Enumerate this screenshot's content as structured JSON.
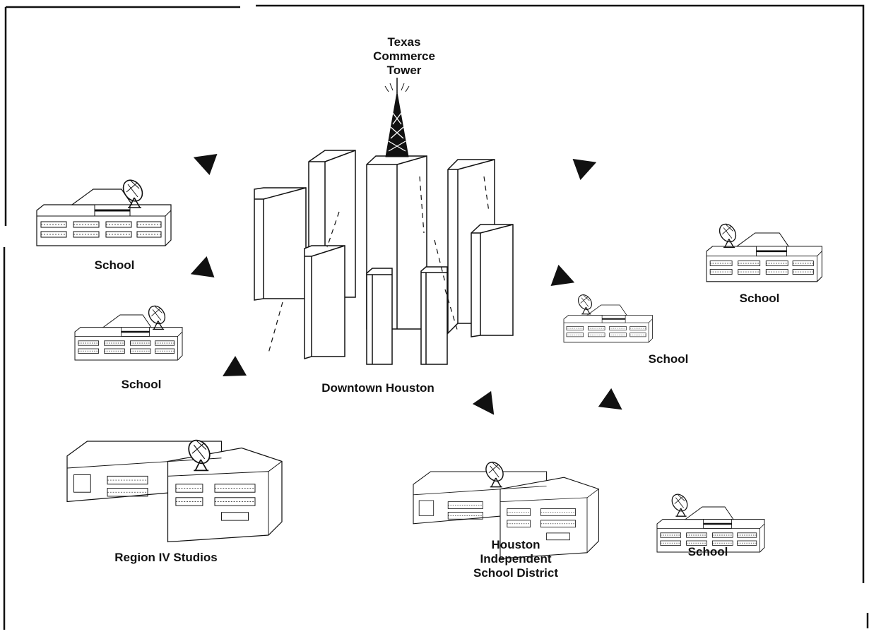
{
  "labels": {
    "tower": [
      "Texas",
      "Commerce",
      "Tower"
    ],
    "downtown": "Downtown Houston",
    "school_top_left": "School",
    "school_mid_left": "School",
    "school_right_top": "School",
    "school_right_mid": "School",
    "school_bottom_right": "School",
    "region_iv": "Region IV Studios",
    "hisd": [
      "Houston",
      "Independent",
      "School District"
    ]
  },
  "colors": {
    "ink": "#111111",
    "paper": "#ffffff"
  }
}
